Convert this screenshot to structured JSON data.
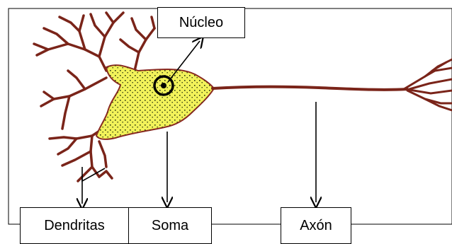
{
  "labels": {
    "nucleus": "Núcleo",
    "dendrites": "Dendritas",
    "soma": "Soma",
    "axon": "Axón"
  },
  "colors": {
    "neuron_outline": "#8b2a22",
    "dendrite_fill": "#7a2419",
    "soma_fill": "#f2f25a",
    "soma_stipple": "#2e3a10",
    "nucleus_ring": "#000000",
    "frame": "#000000",
    "background": "#ffffff"
  }
}
